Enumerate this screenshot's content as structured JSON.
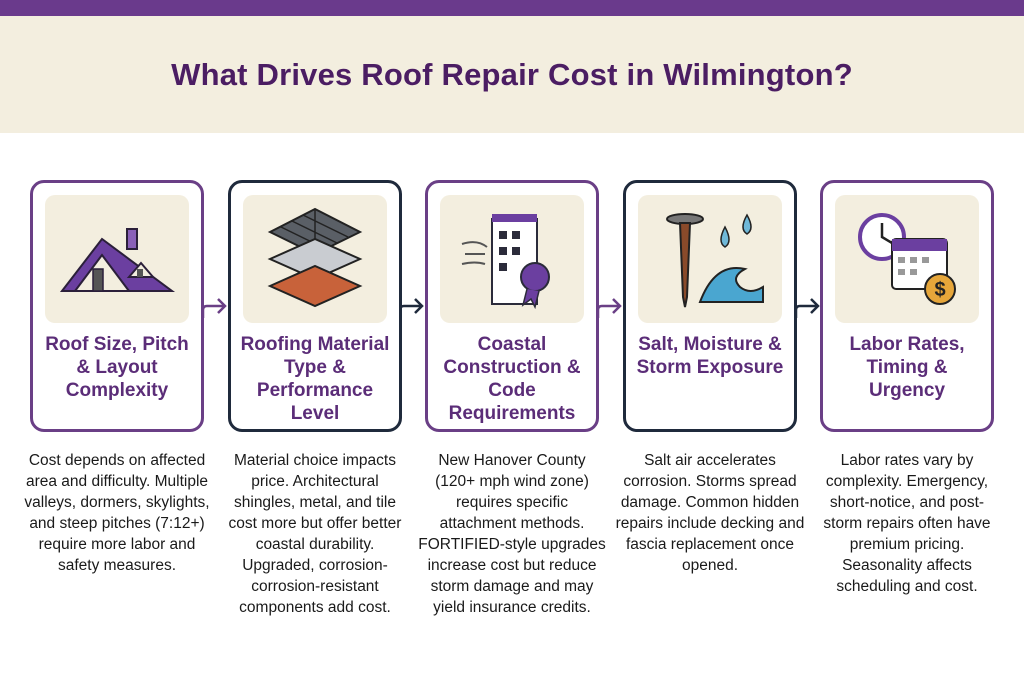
{
  "title": "What Drives Roof Repair Cost in Wilmington?",
  "colors": {
    "accent": "#6a3a8c",
    "title": "#4b1d63",
    "cream": "#f3eedf",
    "dark": "#1f2a3c"
  },
  "cards": [
    {
      "icon": "house-roof-icon",
      "title": "Roof Size, Pitch & Layout Complexity",
      "description": "Cost depends on affected area and difficulty. Multiple valleys, dormers, skylights, and steep pitches (7:12+) require more labor and safety measures."
    },
    {
      "icon": "roofing-materials-icon",
      "title": "Roofing Material Type & Performance Level",
      "description": "Material choice impacts price. Architectural shingles, metal, and tile cost more but offer better coastal durability. Upgraded, corrosion-corrosion-resistant components add cost."
    },
    {
      "icon": "building-code-icon",
      "title": "Coastal Construction & Code Requirements",
      "description": "New Hanover County (120+ mph wind zone) requires specific attachment methods. FORTIFIED-style upgrades increase cost but reduce storm damage and may yield insurance credits."
    },
    {
      "icon": "nail-water-wave-icon",
      "title": "Salt, Moisture & Storm Exposure",
      "description": "Salt air accelerates corrosion. Storms spread damage. Common hidden repairs include decking and fascia replacement once opened."
    },
    {
      "icon": "clock-calendar-dollar-icon",
      "title": "Labor Rates, Timing & Urgency",
      "description": "Labor rates vary by complexity. Emergency, short-notice, and post-storm repairs often have premium pricing. Seasonality affects scheduling and cost."
    }
  ]
}
